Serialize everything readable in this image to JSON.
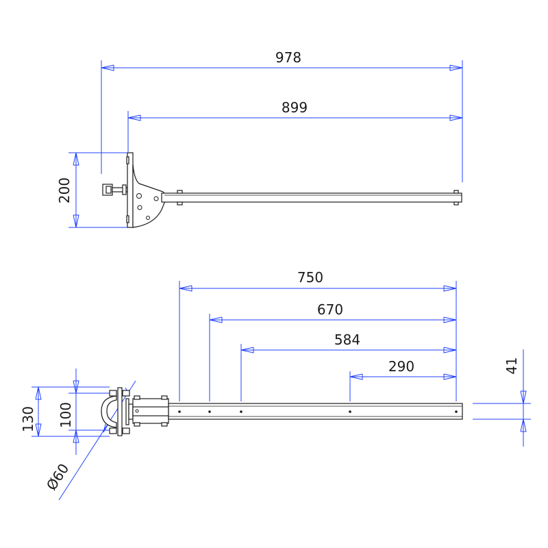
{
  "colors": {
    "dimension": "#1f3fff",
    "outline": "#1a1a1a",
    "background": "#ffffff"
  },
  "top_view": {
    "overall_length": "978",
    "arm_length": "899",
    "height": "200"
  },
  "side_view": {
    "hole_1": "750",
    "hole_2": "670",
    "hole_3": "584",
    "hole_4": "290",
    "clamp_outer": "130",
    "clamp_inner": "100",
    "pipe_diameter": "Ø60",
    "profile_height": "41"
  }
}
